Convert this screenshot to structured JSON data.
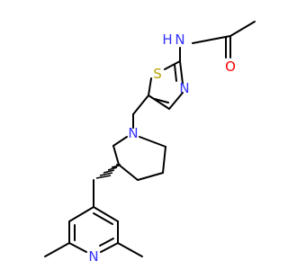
{
  "molecule": {
    "atom_labels": {
      "nh": "N",
      "h": "H",
      "carbonyl_o": "O",
      "thiazole_s": "S",
      "thiazole_n": "N",
      "piperidine_n": "N",
      "pyridine_n": "N"
    },
    "colors": {
      "bond": "#000000",
      "nitrogen": "#3333ff",
      "oxygen": "#ff0000",
      "sulfur": "#b8a000"
    }
  }
}
